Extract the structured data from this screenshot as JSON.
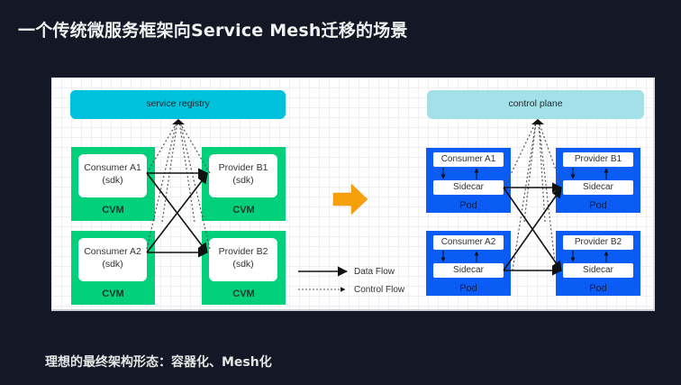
{
  "title": "一个传统微服务框架向Service Mesh迁移的场景",
  "subtitle": "理想的最终架构形态：容器化、Mesh化",
  "left_diagram": {
    "registry_label": "service registry",
    "nodes": [
      {
        "name": "Consumer A1",
        "sub": "(sdk)",
        "host": "CVM"
      },
      {
        "name": "Provider B1",
        "sub": "(sdk)",
        "host": "CVM"
      },
      {
        "name": "Consumer A2",
        "sub": "(sdk)",
        "host": "CVM"
      },
      {
        "name": "Provider B2",
        "sub": "(sdk)",
        "host": "CVM"
      }
    ]
  },
  "right_diagram": {
    "control_plane_label": "control plane",
    "pods": [
      {
        "name": "Consumer A1",
        "proxy": "Sidecar",
        "host": "Pod"
      },
      {
        "name": "Provider B1",
        "proxy": "Sidecar",
        "host": "Pod"
      },
      {
        "name": "Consumer A2",
        "proxy": "Sidecar",
        "host": "Pod"
      },
      {
        "name": "Provider B2",
        "proxy": "Sidecar",
        "host": "Pod"
      }
    ]
  },
  "legend": {
    "data_flow": "Data Flow",
    "control_flow": "Control Flow"
  },
  "colors": {
    "registry": "#00c2dc",
    "control_plane": "#a4e0e7",
    "cvm": "#03d07a",
    "pod": "#0a5cf5",
    "transition_arrow": "#f7a10a",
    "background": "#141826"
  }
}
